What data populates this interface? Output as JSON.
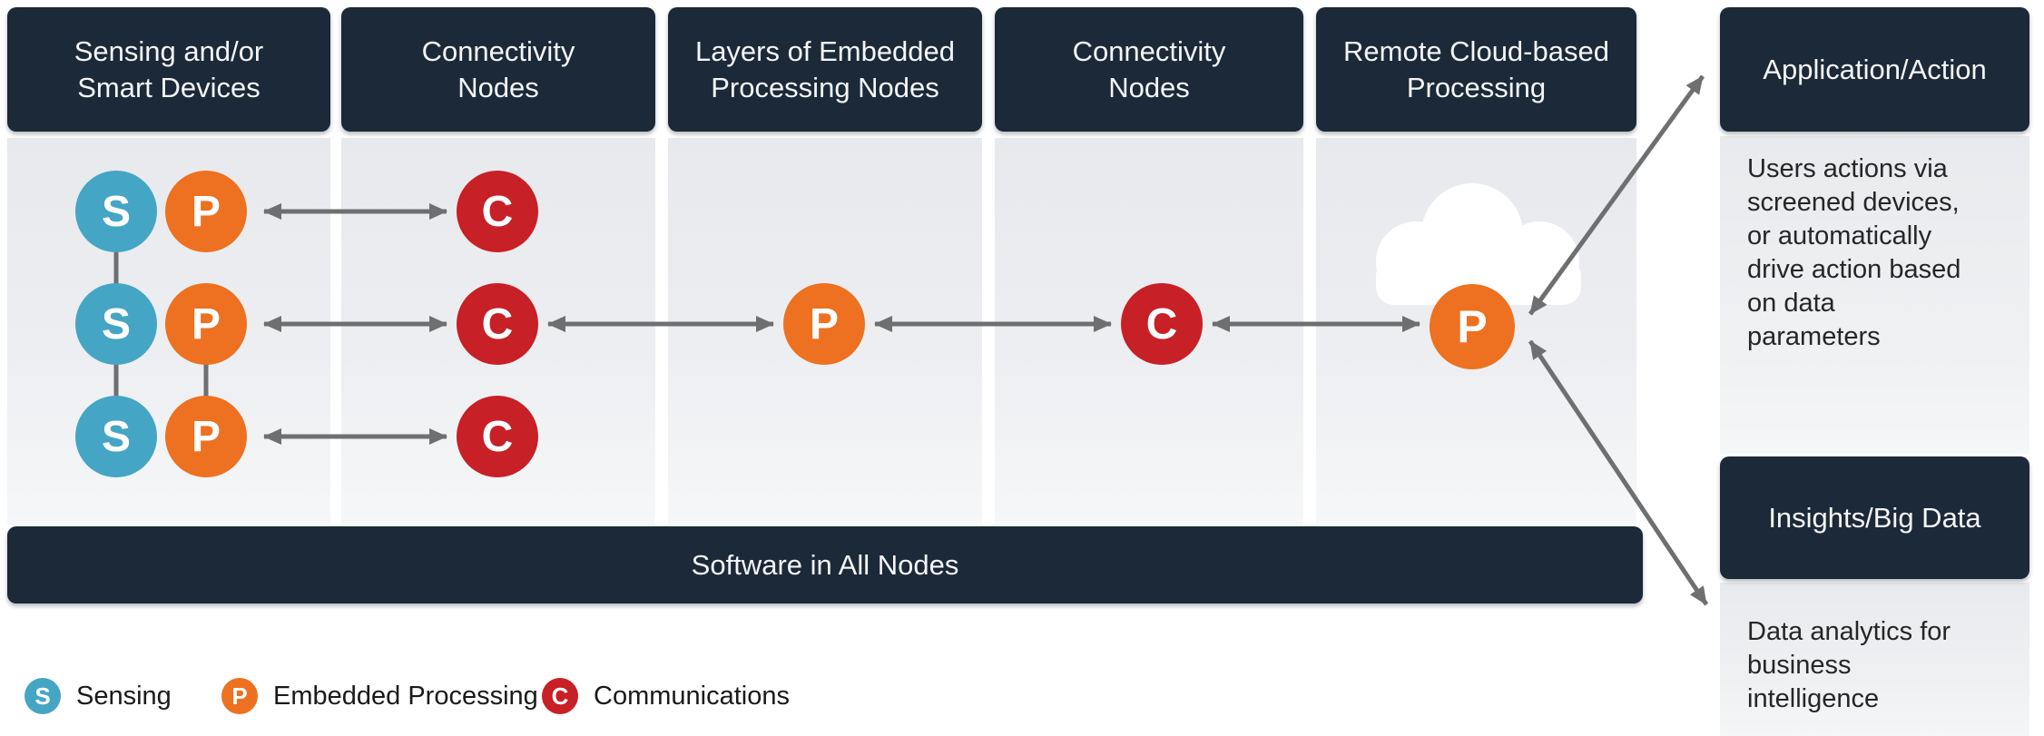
{
  "columns": [
    {
      "title": "Sensing and/or\nSmart Devices"
    },
    {
      "title": "Connectivity\nNodes"
    },
    {
      "title": "Layers of Embedded\nProcessing Nodes"
    },
    {
      "title": "Connectivity\nNodes"
    },
    {
      "title": "Remote Cloud-based\nProcessing"
    }
  ],
  "nodes": {
    "s": "S",
    "p": "P",
    "c": "C"
  },
  "software_bar": {
    "label": "Software in All Nodes"
  },
  "right_panel": {
    "application_title": "Application/Action",
    "application_description": "Users actions via\nscreened devices,\nor automatically\ndrive action based\non data\nparameters",
    "insights_title": "Insights/Big Data",
    "insights_description": "Data analytics for\nbusiness\nintelligence"
  },
  "legend": {
    "items": [
      {
        "letter": "S",
        "label": "Sensing"
      },
      {
        "letter": "P",
        "label": "Embedded Processing"
      },
      {
        "letter": "C",
        "label": "Communications"
      }
    ]
  },
  "colors": {
    "navy": "#1B2938",
    "sensing_blue": "#45A5C5",
    "processing_orange": "#ED7120",
    "communications_red": "#C72026",
    "arrow_gray": "#6E6F71",
    "panel_gray": "#E9EBEE"
  }
}
